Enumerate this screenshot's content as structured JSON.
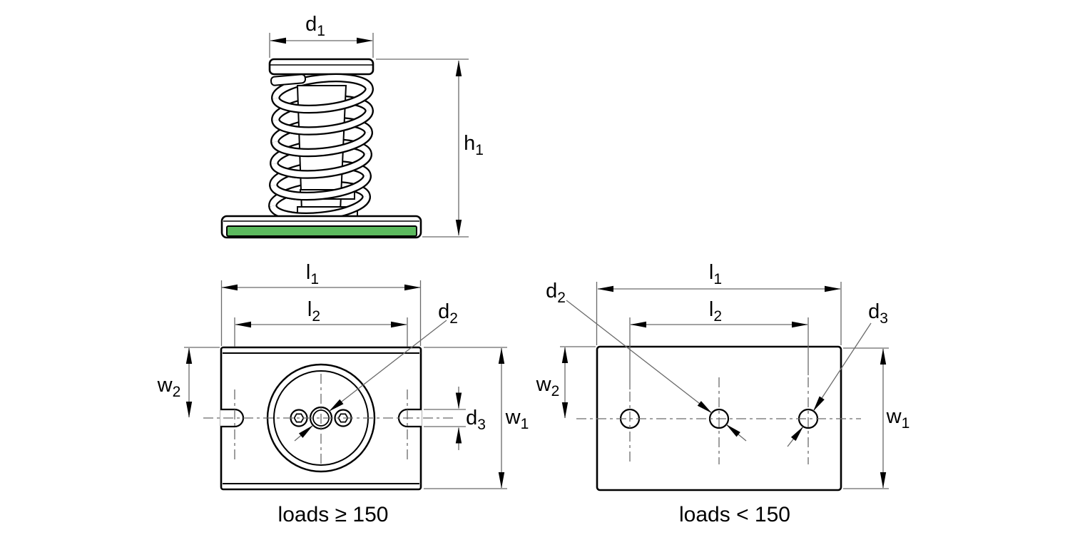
{
  "drawing": {
    "background": "#ffffff",
    "colors": {
      "pad_green": "#5cba5e",
      "outline": "#000000",
      "dimension_line": "#6a6a6a",
      "text": "#000000"
    },
    "labels": {
      "d1": {
        "base": "d",
        "sub": "1"
      },
      "h1": {
        "base": "h",
        "sub": "1"
      },
      "l1": {
        "base": "l",
        "sub": "1"
      },
      "l2": {
        "base": "l",
        "sub": "2"
      },
      "w1": {
        "base": "w",
        "sub": "1"
      },
      "w2": {
        "base": "w",
        "sub": "2"
      },
      "d2": {
        "base": "d",
        "sub": "2"
      },
      "d3": {
        "base": "d",
        "sub": "3"
      }
    },
    "views": {
      "side_view": {
        "dims": [
          "d1",
          "h1"
        ]
      },
      "top_view_heavy": {
        "caption": "loads ≥ 150",
        "dims": [
          "l1",
          "l2",
          "w1",
          "w2",
          "d2",
          "d3"
        ]
      },
      "top_view_light": {
        "caption": "loads < 150",
        "dims": [
          "l1",
          "l2",
          "w1",
          "w2",
          "d2",
          "d3"
        ]
      }
    }
  }
}
